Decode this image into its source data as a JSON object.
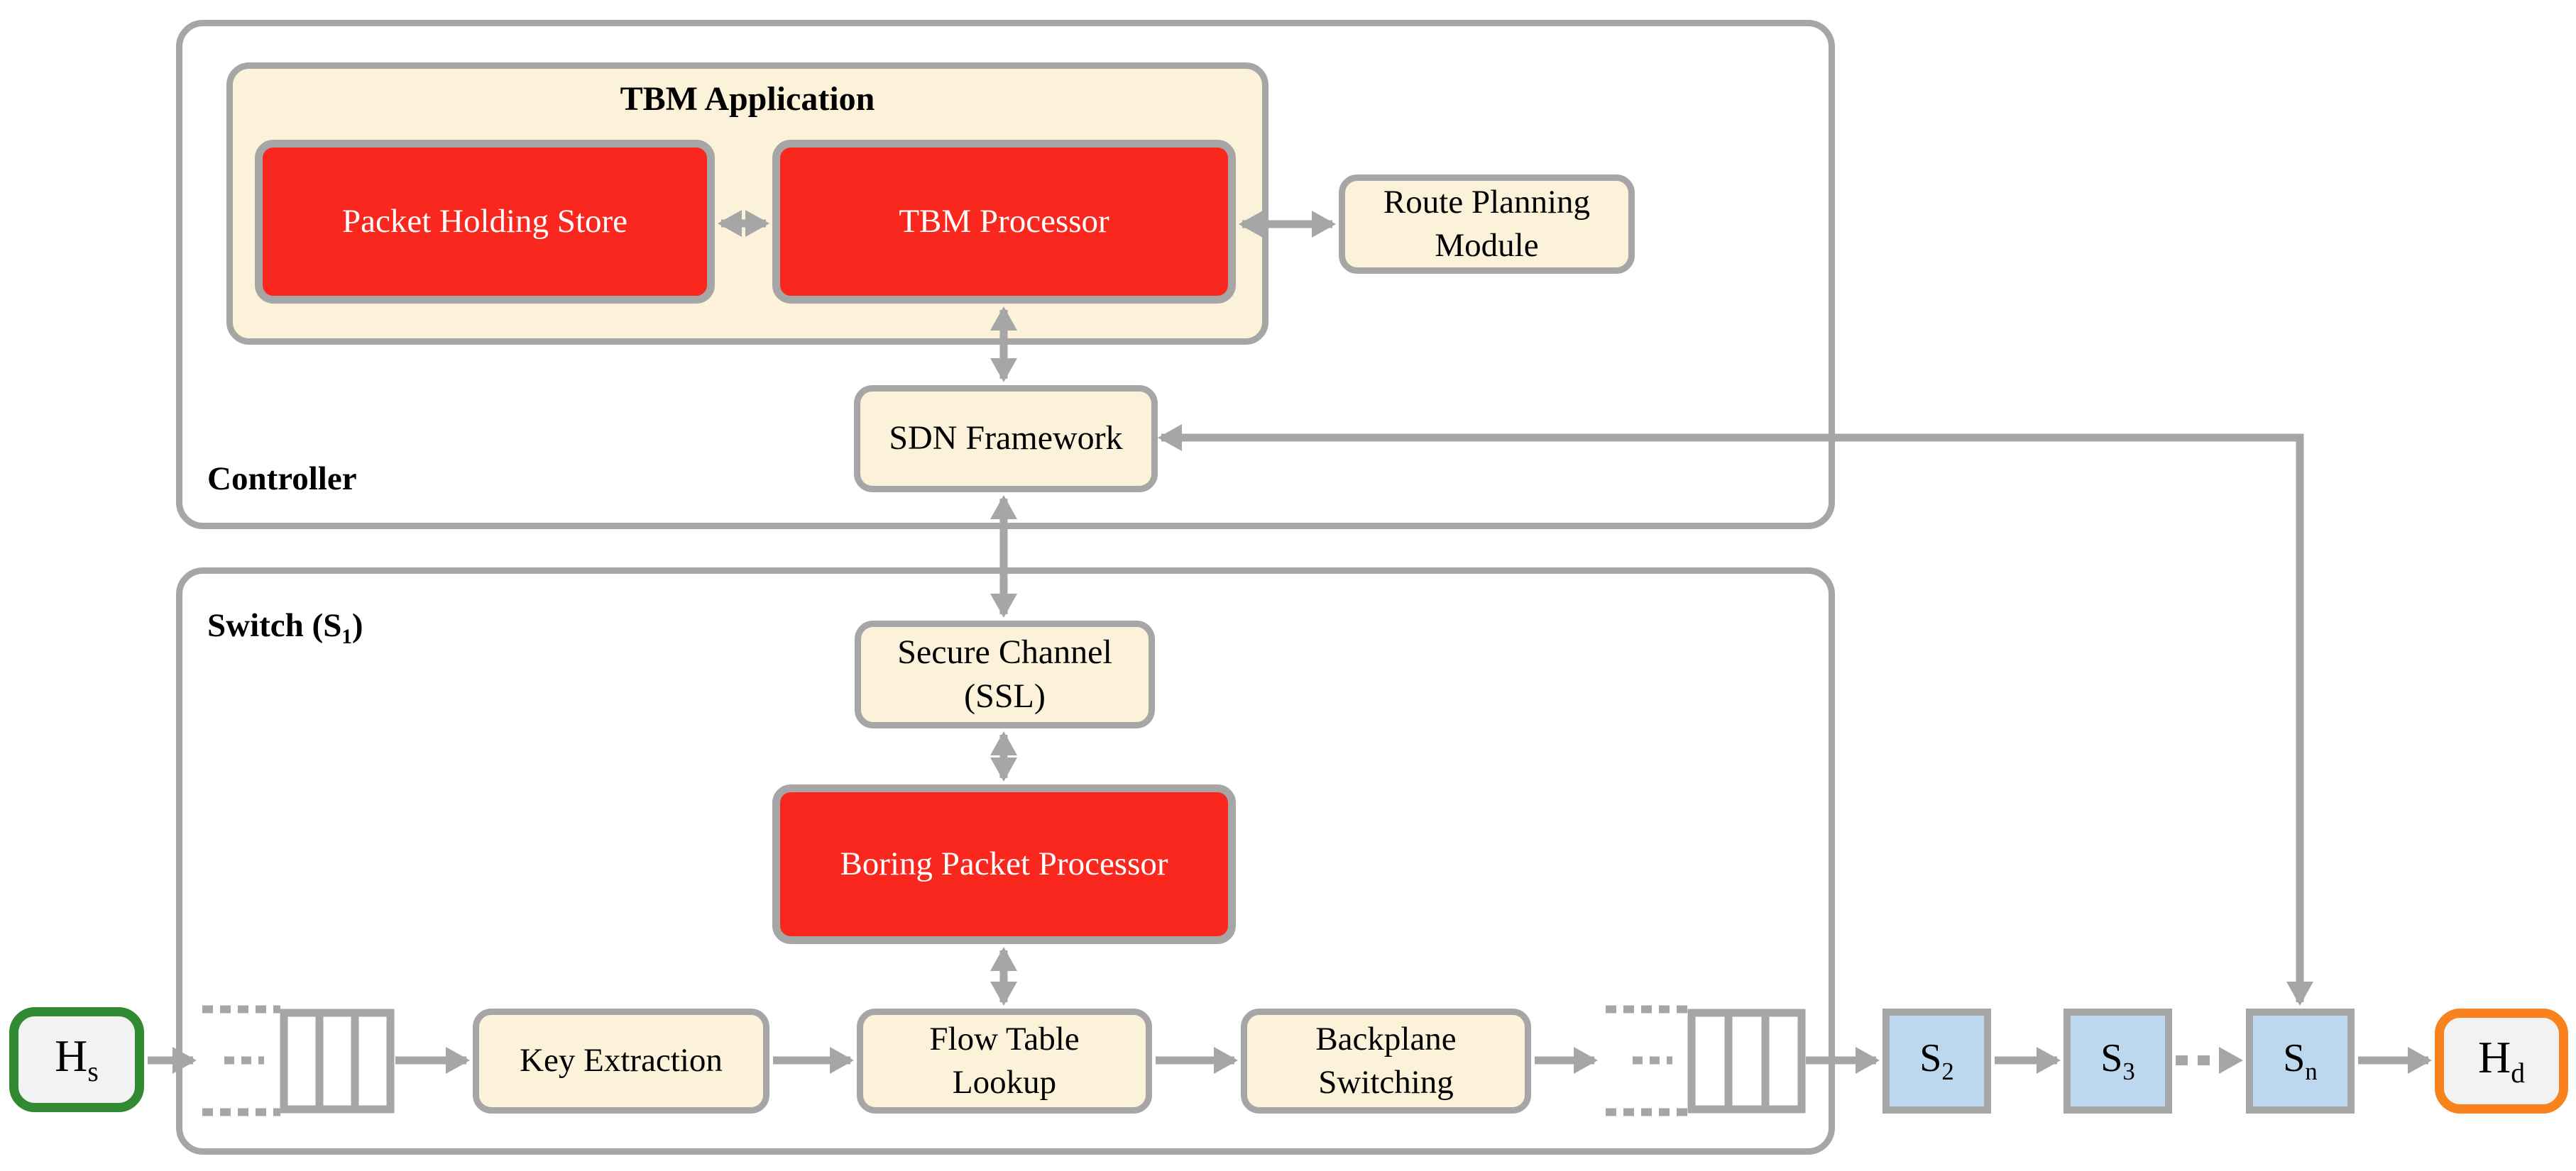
{
  "controller": {
    "label": "Controller",
    "tbm_application": {
      "title": "TBM Application",
      "packet_holding_store": "Packet Holding Store",
      "tbm_processor": "TBM Processor"
    },
    "route_planning_module": {
      "line1": "Route Planning",
      "line2": "Module"
    },
    "sdn_framework": "SDN Framework"
  },
  "switch_s1": {
    "label": {
      "prefix": "Switch (S",
      "sub": "1",
      "suffix": ")"
    },
    "secure_channel": {
      "line1": "Secure Channel",
      "line2": "(SSL)"
    },
    "boring_packet_processor": "Boring Packet Processor",
    "key_extraction": "Key Extraction",
    "flow_table_lookup": {
      "line1": "Flow Table",
      "line2": "Lookup"
    },
    "backplane_switching": {
      "line1": "Backplane",
      "line2": "Switching"
    }
  },
  "path": {
    "source_host": {
      "main": "H",
      "sub": "s"
    },
    "dest_host": {
      "main": "H",
      "sub": "d"
    },
    "switches": [
      {
        "main": "S",
        "sub": "2"
      },
      {
        "main": "S",
        "sub": "3"
      },
      {
        "main": "S",
        "sub": "n"
      }
    ]
  },
  "colors": {
    "line_gray": "#A6A6A6",
    "panel_cream": "#FCF2D9",
    "accent_red": "#F9271E",
    "node_blue": "#BDD7EE",
    "host_fill": "#F2F2F2",
    "source_host_border_green": "#318A31",
    "dest_host_border_orange": "#F8821E"
  }
}
